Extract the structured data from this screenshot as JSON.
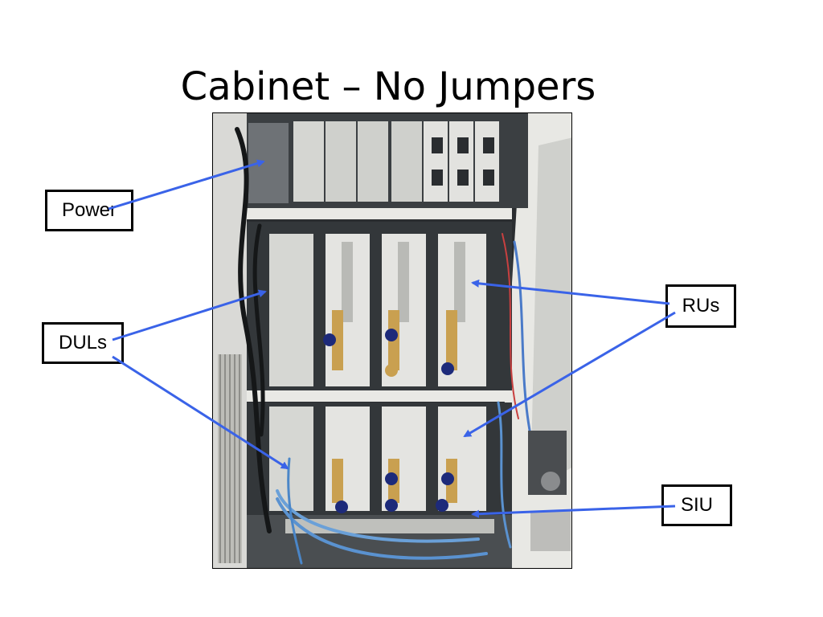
{
  "slide": {
    "title": "Cabinet – No Jumpers"
  },
  "callouts": {
    "power": "Power",
    "duls": "DULs",
    "rus": "RUs",
    "siu": "SIU"
  },
  "colors": {
    "arrow": "#3a63e8",
    "callout_border": "#000000"
  }
}
